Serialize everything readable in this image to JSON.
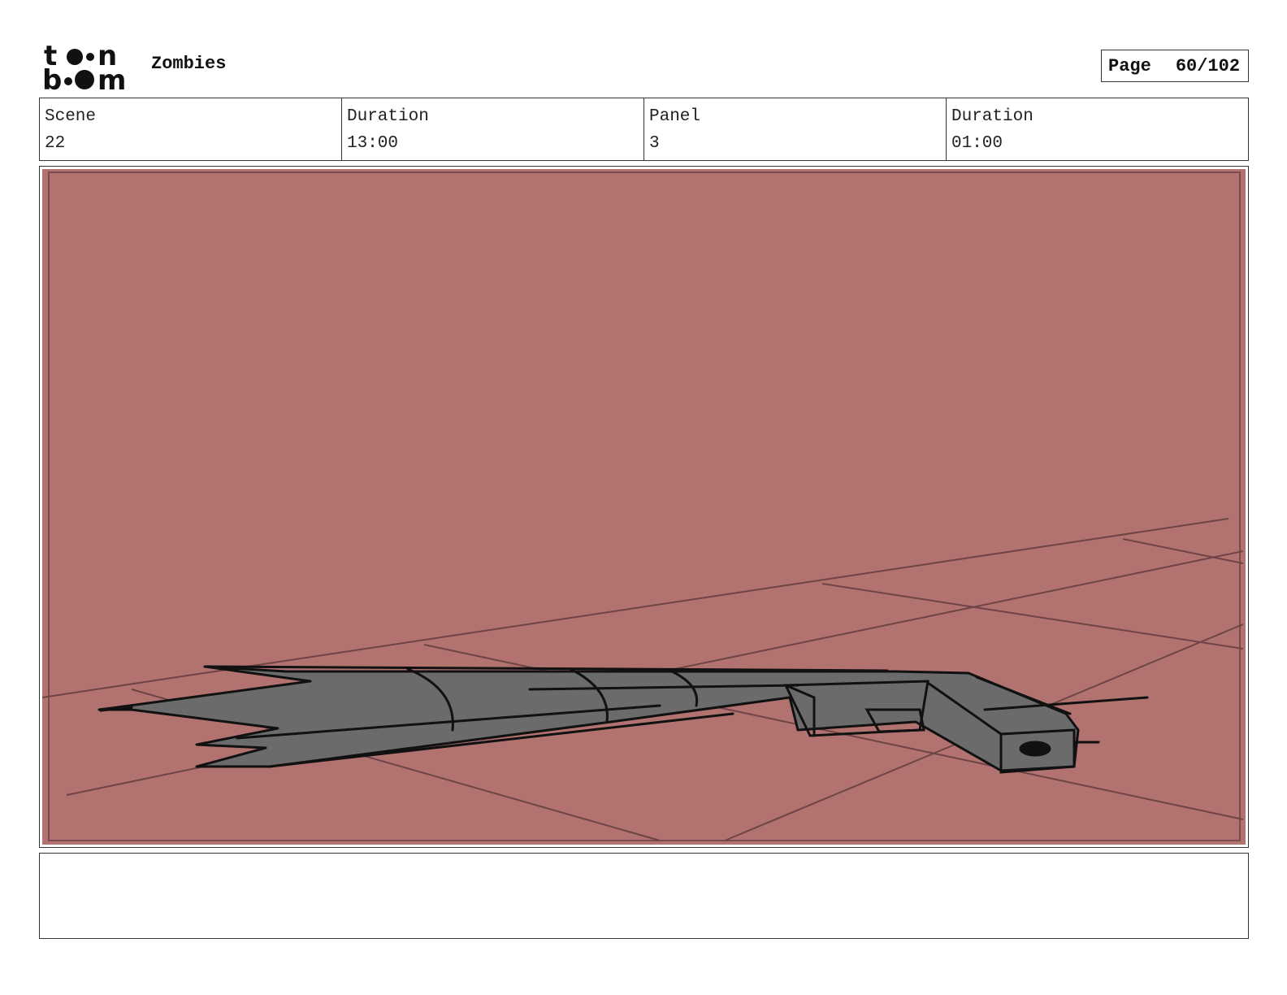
{
  "header": {
    "logo_text": "toonboom",
    "project_title": "Zombies",
    "page_label": "Page",
    "page_number": "60/102"
  },
  "info": {
    "scene_label": "Scene",
    "scene_value": "22",
    "scene_duration_label": "Duration",
    "scene_duration_value": "13:00",
    "panel_label": "Panel",
    "panel_value": "3",
    "panel_duration_label": "Duration",
    "panel_duration_value": "01:00"
  },
  "panel": {
    "background_color": "#b17270",
    "floor_line_color": "#6e4446",
    "object_fill_color": "#6b6b6b",
    "ink_color": "#111111",
    "subject": "broken-gun-sketch"
  },
  "notes": {
    "text": ""
  }
}
